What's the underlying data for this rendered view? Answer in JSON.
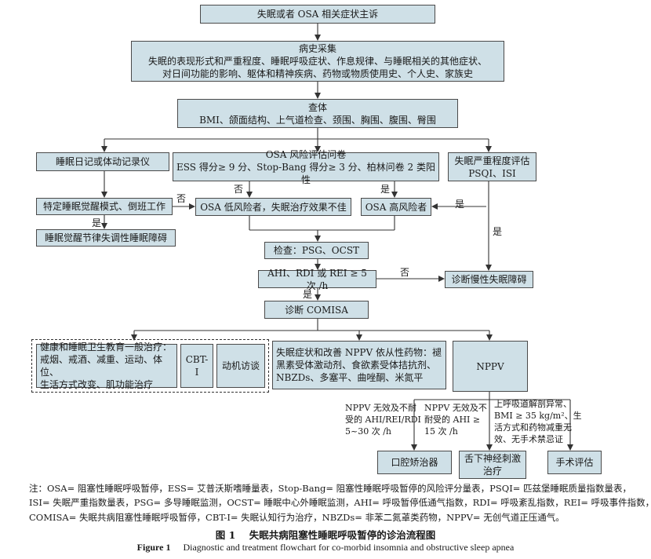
{
  "nodes": {
    "n_chief": "失眠或者 OSA 相关症状主诉",
    "n_history_title": "病史采集",
    "n_history_line1": "失眠的表现形式和严重程度、睡眠呼吸症状、作息规律、与睡眠相关的其他症状、",
    "n_history_line2": "对日间功能的影响、躯体和精神疾病、药物或物质使用史、个人史、家族史",
    "n_exam_title": "查体",
    "n_exam_body": "BMI、颌面结构、上气道检查、颈围、胸围、腹围、臀围",
    "n_diary": "睡眠日记或体动记录仪",
    "n_osa_q_title": "OSA 风险评估问卷",
    "n_osa_q_body": "ESS 得分≥ 9 分、Stop-Bang 得分≥ 3 分、柏林问卷 2 类阳性",
    "n_insomnia_eval_title": "失眠严重程度评估",
    "n_insomnia_eval_body": "PSQI、ISI",
    "n_specific_pattern": "特定睡眠觉醒模式、倒班工作",
    "n_osa_low": "OSA 低风险者，失眠治疗效果不佳",
    "n_osa_high": "OSA 高风险者",
    "n_circadian": "睡眠觉醒节律失调性睡眠障碍",
    "n_psg": "检查：PSG、OCST",
    "n_ahi": "AHI、RDI 或 REI ≥ 5 次 /h",
    "n_chronic_insomnia": "诊断慢性失眠障碍",
    "n_comisa": "诊断 COMISA",
    "n_health_edu_1": "健康和睡眠卫生教育一般治疗：",
    "n_health_edu_2": "戒烟、戒酒、减重、运动、体位、",
    "n_health_edu_3": "生活方式改变、肌功能治疗",
    "n_cbti": "CBT-I",
    "n_motivation": "动机访谈",
    "n_drugs_1": "失眠症状和改善 NPPV 依从性药物：褪",
    "n_drugs_2": "黑素受体激动剂、食欲素受体拮抗剂、",
    "n_drugs_3": "NBZDs、多塞平、曲唑酮、米氮平",
    "n_nppv": "NPPV",
    "n_oral": "口腔矫治器",
    "n_hypoglossal_1": "舌下神经刺激",
    "n_hypoglossal_2": "治疗",
    "n_surgery": "手术评估"
  },
  "edge_labels": {
    "no_1": "否",
    "yes_1": "是",
    "no_2": "否",
    "yes_2": "是",
    "yes_3": "是",
    "yes_4": "是",
    "no_3": "否",
    "yes_5": "是",
    "cond_oral_1": "NPPV 无效及不耐",
    "cond_oral_2": "受的 AHI/REI/RDI",
    "cond_oral_3": "5~30 次 /h",
    "cond_hgn_1": "NPPV 无效及不",
    "cond_hgn_2": "耐受的 AHI ≥",
    "cond_hgn_3": "15 次 /h",
    "cond_surg_1": "上呼吸道解剖异常、",
    "cond_surg_2": "BMI ≥ 35 kg/m²、生",
    "cond_surg_3": "活方式和药物减重无",
    "cond_surg_4": "效、无手术禁忌证"
  },
  "notes": {
    "line1": "注：OSA= 阻塞性睡眠呼吸暂停，ESS= 艾普沃斯嗜睡量表，Stop-Bang= 阻塞性睡眠呼吸暂停的风险评分量表，PSQI= 匹兹堡睡眠质量指数量表，",
    "line2": "ISI= 失眠严重指数量表，PSG= 多导睡眠监测，OCST= 睡眠中心外睡眠监测，AHI= 呼吸暂停低通气指数，RDI= 呼吸紊乱指数，REI= 呼吸事件指数，",
    "line3": "COMISA= 失眠共病阻塞性睡眠呼吸暂停，CBT-I= 失眠认知行为治疗，NBZDs= 非苯二氮䓬类药物，NPPV= 无创气道正压通气。"
  },
  "captions": {
    "cn": "图 1    失眠共病阻塞性睡眠呼吸暂停的诊治流程图",
    "en_label": "Figure 1",
    "en_text": "Diagnostic and treatment flowchart for co-morbid insomnia and obstructive sleep apnea"
  },
  "colors": {
    "box_fill": "#cfe0e7",
    "border": "#4a4a4a",
    "line": "#333333"
  }
}
